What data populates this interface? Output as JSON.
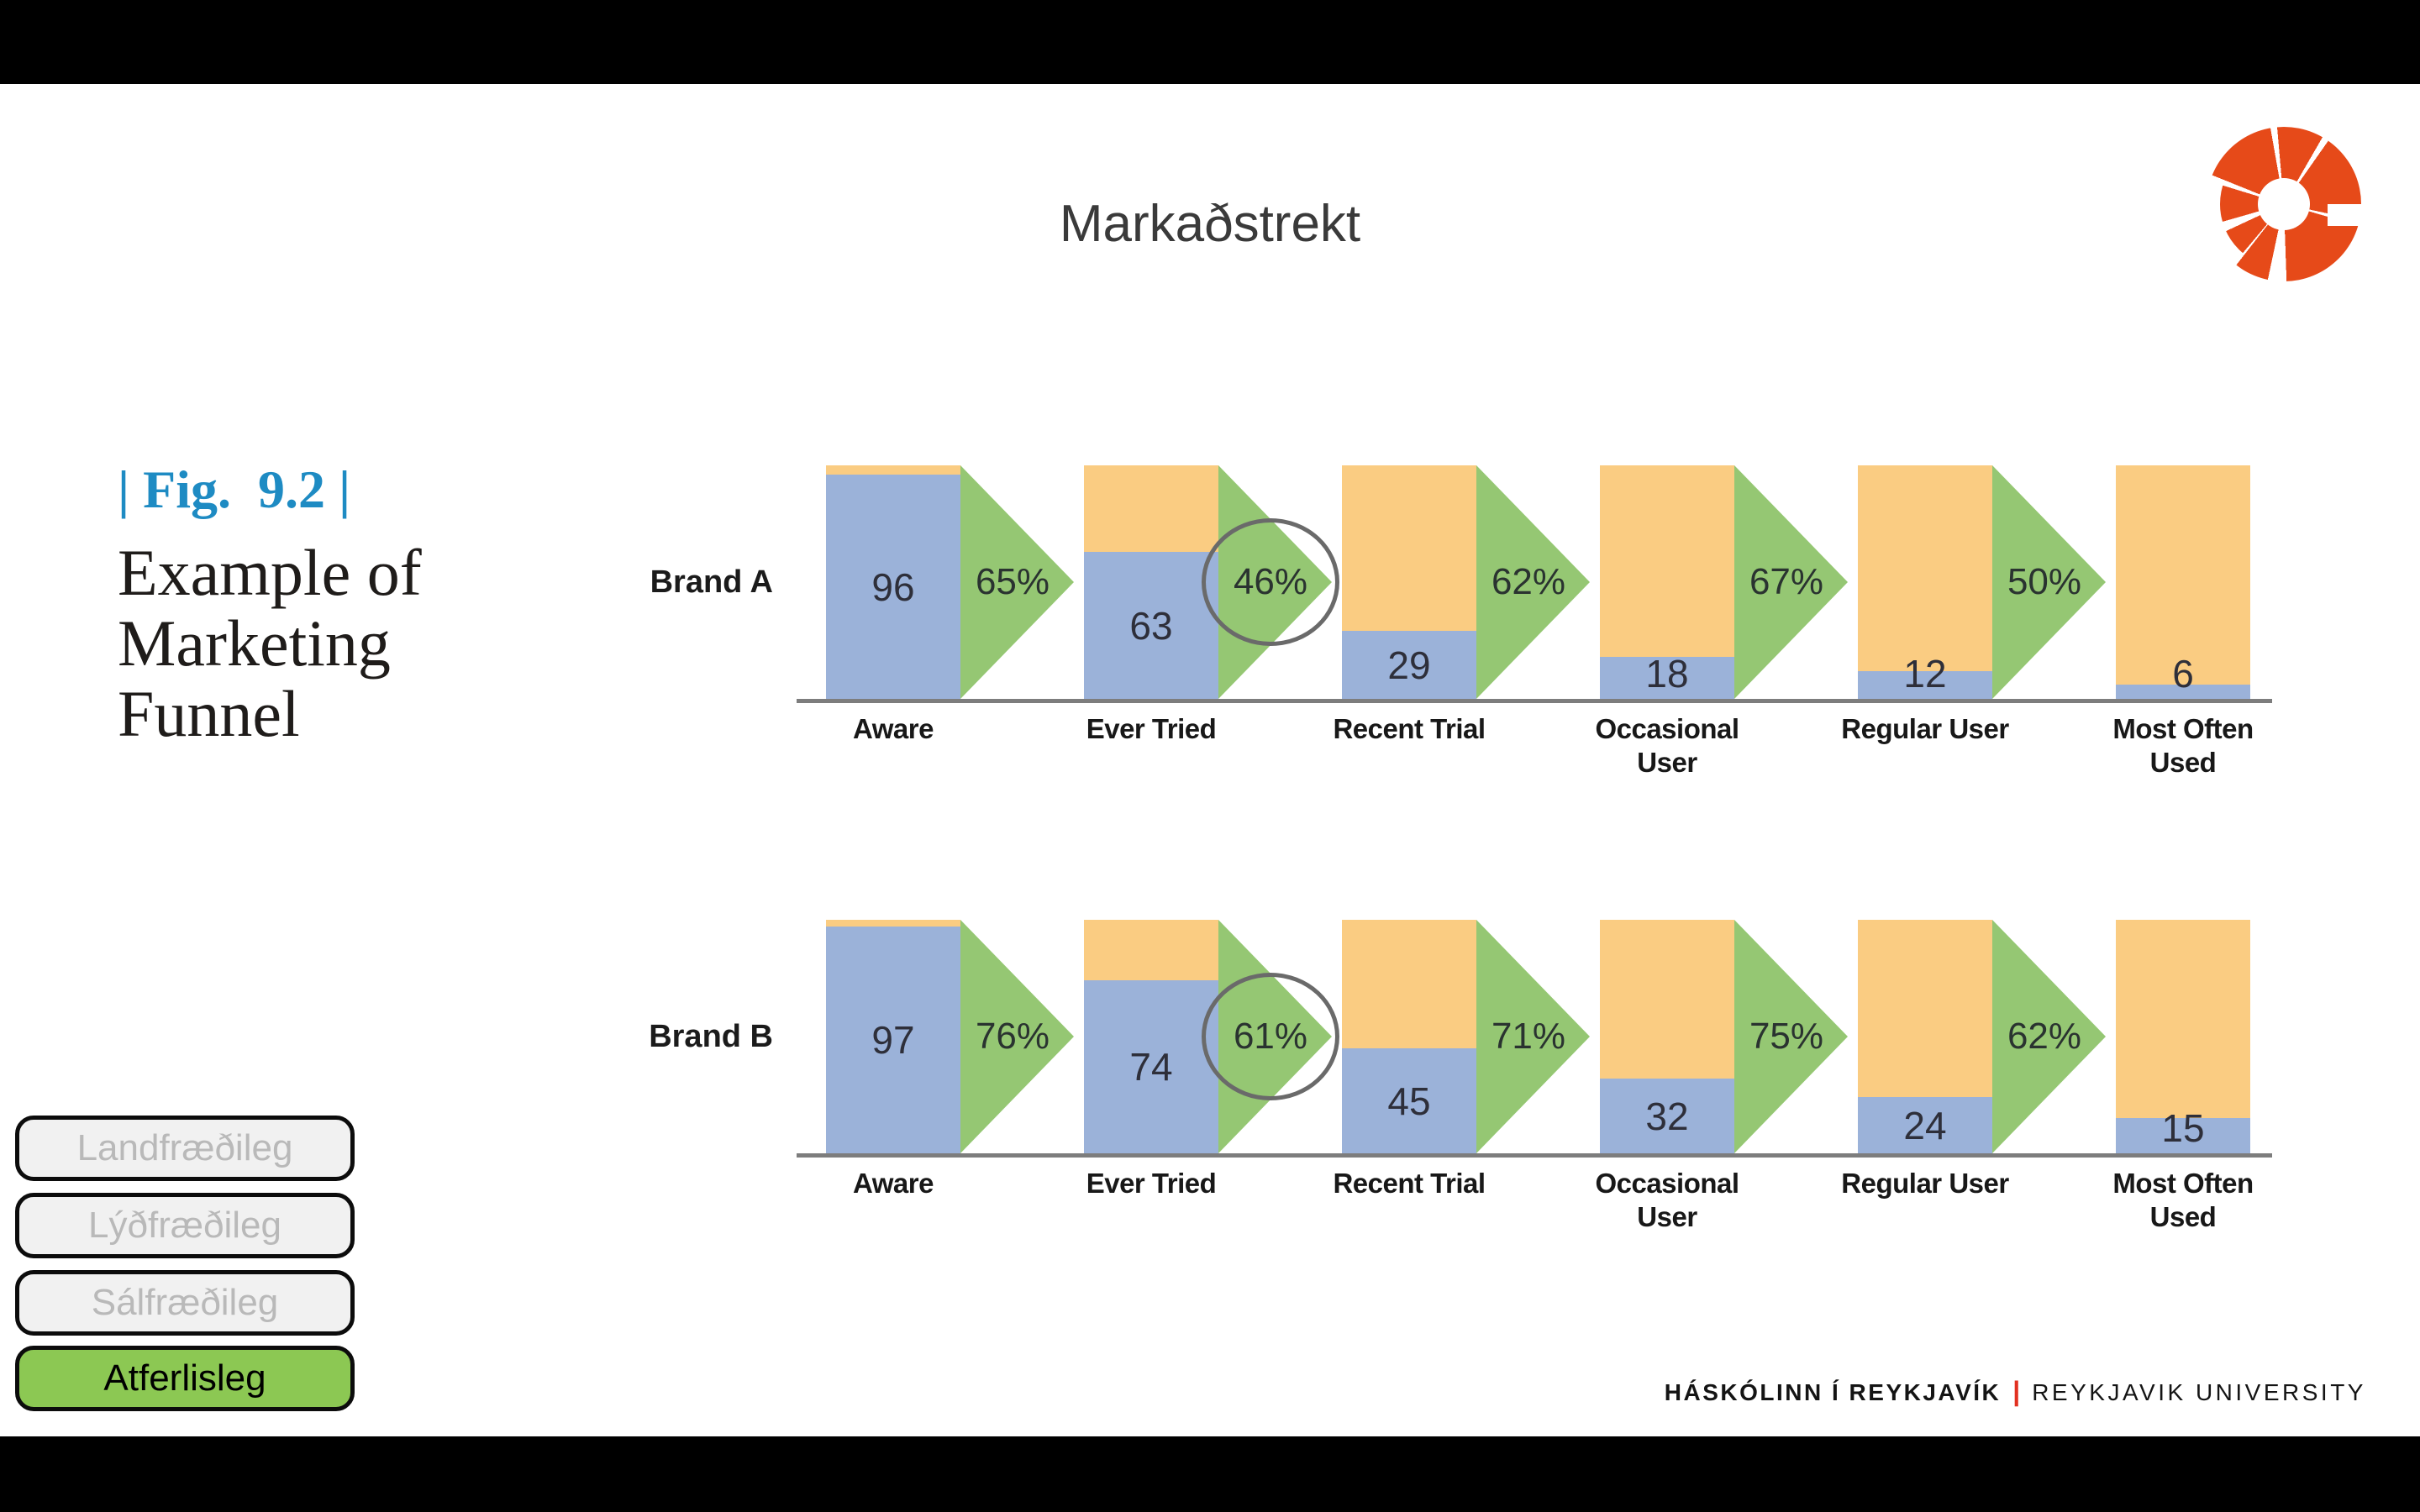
{
  "slide": {
    "title": "Markaðstrekt",
    "logo_color": "#e64a19"
  },
  "figure": {
    "label": "| Fig.  9.2 |",
    "caption": "Example of\nMarketing\nFunnel"
  },
  "chart_data": {
    "type": "bar",
    "subtype": "marketing-funnel-stacked-bars-with-conversion-arrows",
    "categories": [
      "Aware",
      "Ever Tried",
      "Recent Trial",
      "Occasional User",
      "Regular User",
      "Most Often Used"
    ],
    "max_value": 100,
    "series": [
      {
        "name": "Brand A",
        "values": [
          96,
          63,
          29,
          18,
          12,
          6
        ],
        "conversion_rates": [
          "65%",
          "46%",
          "62%",
          "67%",
          "50%"
        ],
        "circled_conversion_index": 1
      },
      {
        "name": "Brand B",
        "values": [
          97,
          74,
          45,
          32,
          24,
          15
        ],
        "conversion_rates": [
          "76%",
          "61%",
          "71%",
          "75%",
          "62%"
        ],
        "circled_conversion_index": 1
      }
    ],
    "colors": {
      "value_segment": "#9bb2d9",
      "remainder_segment": "#facc82",
      "arrow": "#95c773",
      "baseline": "#7d7d7d",
      "highlight_ellipse": "#6a6a6a"
    },
    "legend_position": "none",
    "grid": false
  },
  "buttons": [
    {
      "label": "Landfræðileg",
      "active": false
    },
    {
      "label": "Lýðfræðileg",
      "active": false
    },
    {
      "label": "Sálfræðileg",
      "active": false
    },
    {
      "label": "Atferlisleg",
      "active": true
    }
  ],
  "footer": {
    "left_bold": "HÁSKÓLINN Í REYKJAVÍK",
    "separator": "|",
    "right": "REYKJAVIK UNIVERSITY"
  }
}
